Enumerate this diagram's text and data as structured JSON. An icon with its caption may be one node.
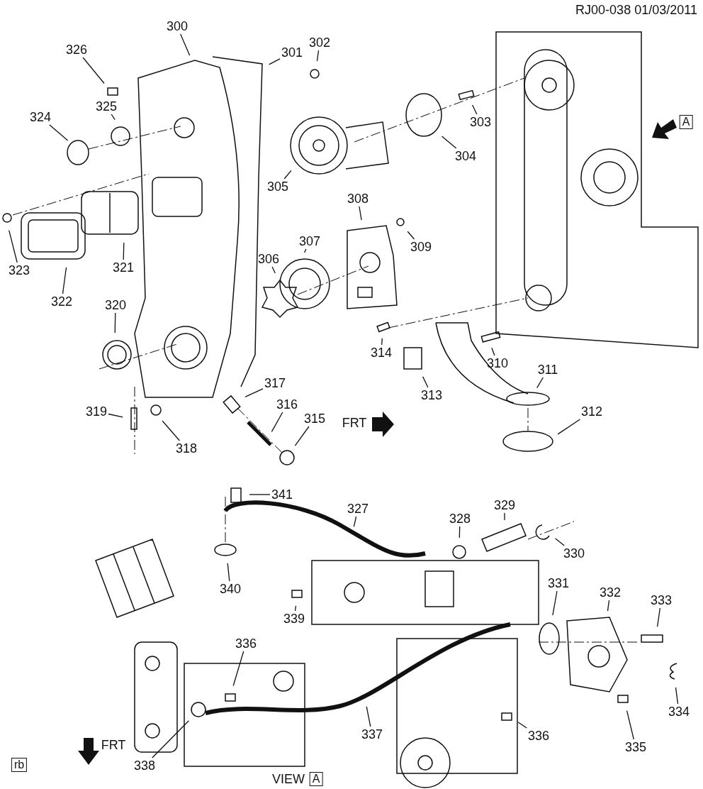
{
  "diagram": {
    "nodes": [
      {
        "text": [
          "300"
        ]
      },
      {
        "text": [
          "326"
        ]
      },
      {
        "text": [
          "302"
        ]
      },
      {
        "text": [
          "301"
        ]
      },
      {
        "text": [
          "303"
        ]
      },
      {
        "text": [
          "325"
        ]
      },
      {
        "text": [
          "324"
        ]
      },
      {
        "text": [
          "304"
        ]
      },
      {
        "text": [
          "305"
        ]
      },
      {
        "text": [
          "308"
        ]
      },
      {
        "text": [
          "309"
        ]
      },
      {
        "text": [
          "307"
        ]
      },
      {
        "text": [
          "321"
        ]
      },
      {
        "text": [
          "306"
        ]
      },
      {
        "text": [
          "323"
        ]
      },
      {
        "text": [
          "322"
        ]
      },
      {
        "text": [
          "320"
        ]
      },
      {
        "text": [
          "314"
        ]
      },
      {
        "text": [
          "310"
        ]
      },
      {
        "text": [
          "311"
        ]
      },
      {
        "text": [
          "317"
        ]
      },
      {
        "text": [
          "313"
        ]
      },
      {
        "text": [
          "316"
        ]
      },
      {
        "text": [
          "319"
        ]
      },
      {
        "text": [
          "312"
        ]
      },
      {
        "text": [
          "315"
        ]
      },
      {
        "text": [
          "318"
        ]
      },
      {
        "text": [
          "341"
        ]
      },
      {
        "text": [
          "329"
        ]
      },
      {
        "text": [
          "327"
        ]
      },
      {
        "text": [
          "328"
        ]
      },
      {
        "text": [
          "330"
        ]
      },
      {
        "text": [
          "331"
        ]
      },
      {
        "text": [
          "340"
        ]
      },
      {
        "text": [
          "332"
        ]
      },
      {
        "text": [
          "333"
        ]
      },
      {
        "text": [
          "339"
        ]
      },
      {
        "text": [
          "336"
        ]
      },
      {
        "text": [
          "334"
        ]
      },
      {
        "text": [
          "337"
        ]
      },
      {
        "text": [
          "336"
        ]
      },
      {
        "text": [
          "335"
        ]
      },
      {
        "text": [
          "338"
        ]
      }
    ],
    "edges": [
      {
        "from": 0,
        "to": null,
        "arrow": "none"
      },
      {
        "from": 1,
        "to": null,
        "arrow": "none"
      },
      {
        "from": 2,
        "to": null,
        "arrow": "none"
      },
      {
        "from": 3,
        "to": null,
        "arrow": "none"
      },
      {
        "from": 4,
        "to": null,
        "arrow": "none"
      },
      {
        "from": 5,
        "to": null,
        "arrow": "none"
      },
      {
        "from": 6,
        "to": null,
        "arrow": "none"
      },
      {
        "from": 7,
        "to": null,
        "arrow": "none"
      },
      {
        "from": 8,
        "to": null,
        "arrow": "none"
      },
      {
        "from": 9,
        "to": null,
        "arrow": "none"
      },
      {
        "from": 10,
        "to": null,
        "arrow": "none"
      },
      {
        "from": 11,
        "to": null,
        "arrow": "none"
      },
      {
        "from": 12,
        "to": null,
        "arrow": "none"
      },
      {
        "from": 13,
        "to": null,
        "arrow": "none"
      },
      {
        "from": 14,
        "to": null,
        "arrow": "none"
      },
      {
        "from": 15,
        "to": null,
        "arrow": "none"
      },
      {
        "from": 16,
        "to": null,
        "arrow": "none"
      },
      {
        "from": 17,
        "to": null,
        "arrow": "none"
      },
      {
        "from": 18,
        "to": null,
        "arrow": "none"
      },
      {
        "from": 19,
        "to": null,
        "arrow": "none"
      },
      {
        "from": 20,
        "to": null,
        "arrow": "none"
      },
      {
        "from": 21,
        "to": null,
        "arrow": "none"
      },
      {
        "from": 22,
        "to": null,
        "arrow": "none"
      },
      {
        "from": 23,
        "to": null,
        "arrow": "none"
      },
      {
        "from": 24,
        "to": null,
        "arrow": "none"
      },
      {
        "from": 25,
        "to": null,
        "arrow": "none"
      },
      {
        "from": 26,
        "to": null,
        "arrow": "none"
      },
      {
        "from": 27,
        "to": null,
        "arrow": "none"
      },
      {
        "from": 28,
        "to": null,
        "arrow": "none"
      },
      {
        "from": 29,
        "to": null,
        "arrow": "none"
      },
      {
        "from": 30,
        "to": null,
        "arrow": "none"
      },
      {
        "from": 31,
        "to": null,
        "arrow": "none"
      },
      {
        "from": 32,
        "to": null,
        "arrow": "none"
      },
      {
        "from": 33,
        "to": null,
        "arrow": "none"
      },
      {
        "from": 34,
        "to": null,
        "arrow": "none"
      },
      {
        "from": 35,
        "to": null,
        "arrow": "none"
      },
      {
        "from": 36,
        "to": null,
        "arrow": "none"
      },
      {
        "from": 37,
        "to": null,
        "arrow": "none"
      },
      {
        "from": 38,
        "to": null,
        "arrow": "none"
      },
      {
        "from": 39,
        "to": null,
        "arrow": "none"
      },
      {
        "from": 40,
        "to": null,
        "arrow": "none"
      },
      {
        "from": 41,
        "to": null,
        "arrow": "none"
      },
      {
        "from": 42,
        "to": null,
        "arrow": "none"
      }
    ],
    "labels": [
      "RJ00-038 01/03/2011",
      "A",
      "FRT",
      "FRT",
      "rb",
      "VIEW",
      "A"
    ]
  }
}
